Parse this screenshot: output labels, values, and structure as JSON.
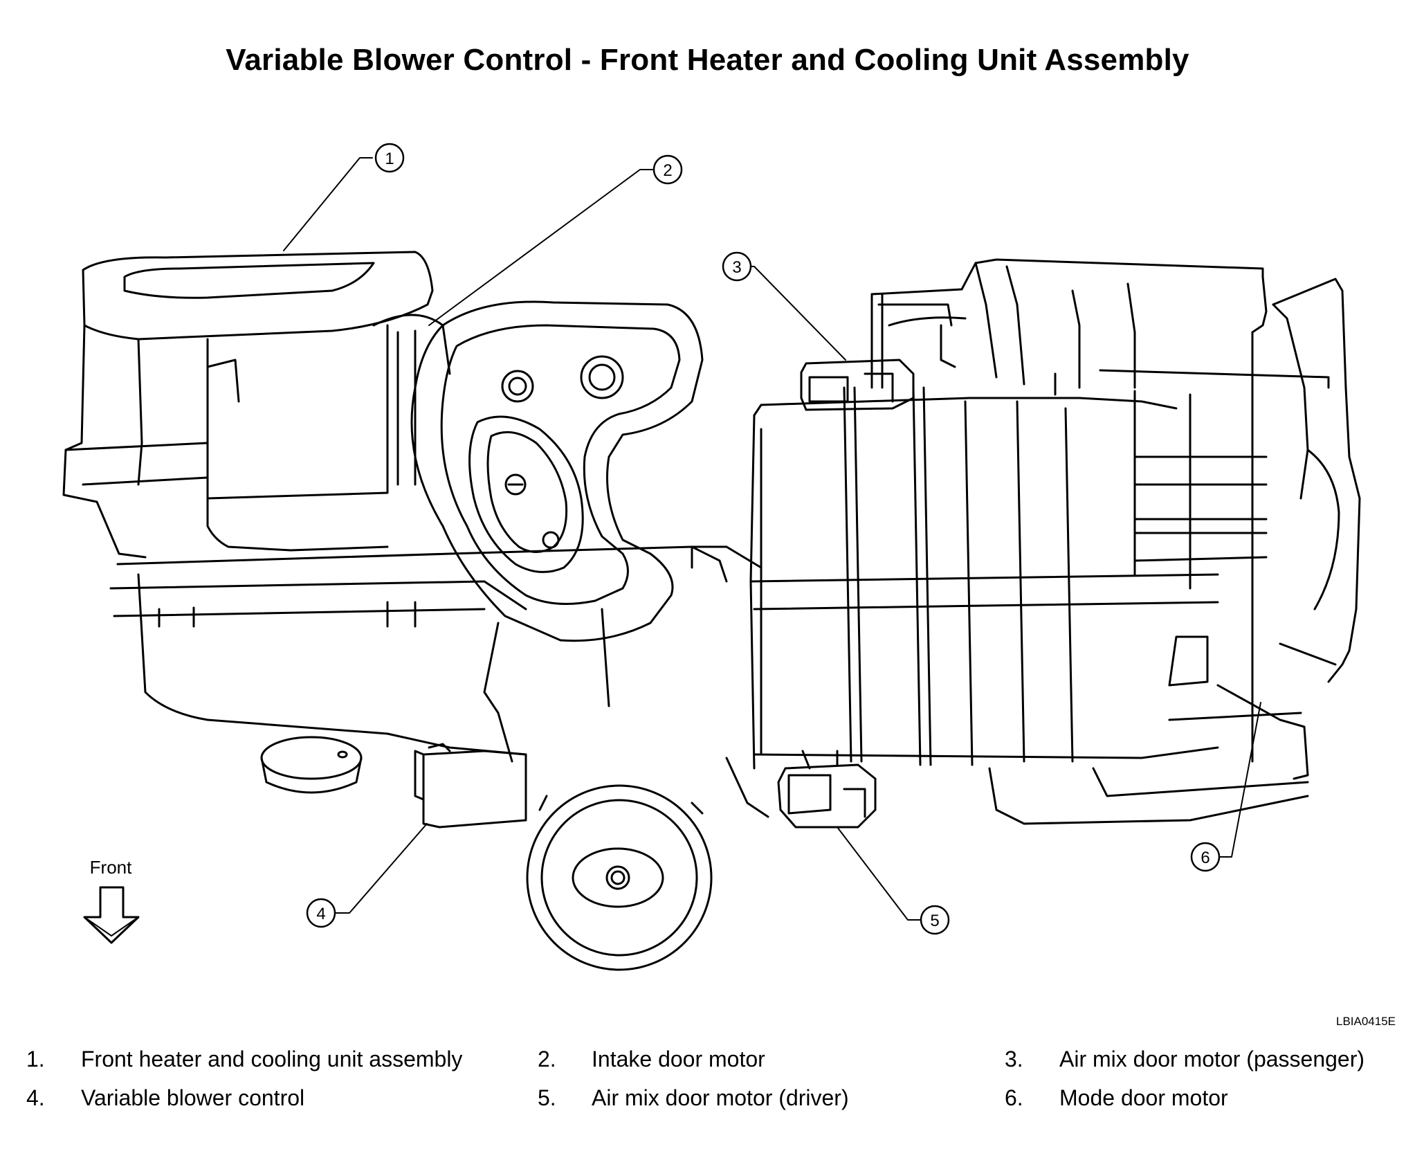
{
  "title": "Variable Blower Control - Front Heater and Cooling Unit Assembly",
  "figure_code": "LBIA0415E",
  "direction_label": "Front",
  "callouts": [
    "1",
    "2",
    "3",
    "4",
    "5",
    "6"
  ],
  "legend": [
    {
      "num": "1.",
      "text": "Front heater and cooling unit assembly"
    },
    {
      "num": "2.",
      "text": "Intake door motor"
    },
    {
      "num": "3.",
      "text": "Air mix door motor (passenger)"
    },
    {
      "num": "4.",
      "text": "Variable blower control"
    },
    {
      "num": "5.",
      "text": "Air mix door motor (driver)"
    },
    {
      "num": "6.",
      "text": "Mode door motor"
    }
  ]
}
